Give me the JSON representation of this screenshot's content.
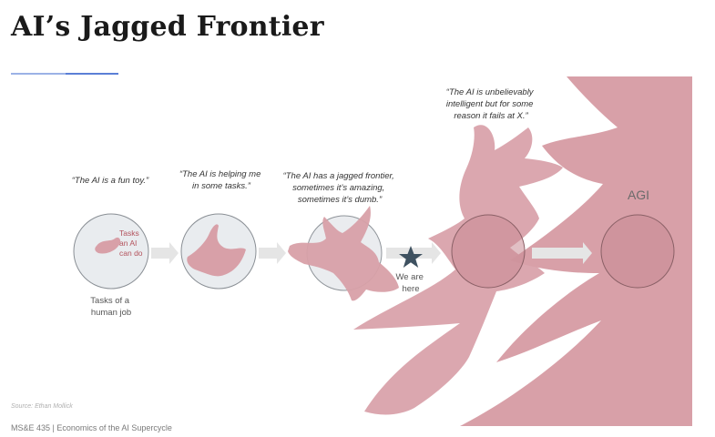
{
  "slide": {
    "title": "AI’s Jagged Frontier",
    "source": "Source: Ethan Mollick",
    "footer": "MS&E 435  |  Economics of the AI Supercycle"
  },
  "stages": [
    {
      "quote_lines": [
        "“The AI is a fun toy.”"
      ]
    },
    {
      "quote_lines": [
        "“The AI is helping me",
        "in some tasks.”"
      ]
    },
    {
      "quote_lines": [
        "“The AI has a jagged frontier,",
        "sometimes it’s amazing,",
        "sometimes it’s dumb.”"
      ]
    },
    {
      "quote_lines": [
        "“The AI is unbelievably",
        "intelligent but for some",
        "reason it fails at X.”"
      ]
    }
  ],
  "labels": {
    "tasks_ai_can_do": [
      "Tasks",
      "an AI",
      "can do"
    ],
    "human_job": [
      "Tasks of a",
      "human job"
    ],
    "we_are_here": [
      "We are",
      "here"
    ],
    "agi": "AGI"
  },
  "colors": {
    "blob": "#d8a0a8",
    "blob_stroke": "#c98892",
    "circle_fill": "#e9ecef",
    "circle_stroke": "#8a8f95",
    "star": "#3e5160",
    "arrow": "#e8e8e8",
    "accent_rule": "#5b7fd6"
  },
  "icons": {
    "marker": "star-icon"
  }
}
